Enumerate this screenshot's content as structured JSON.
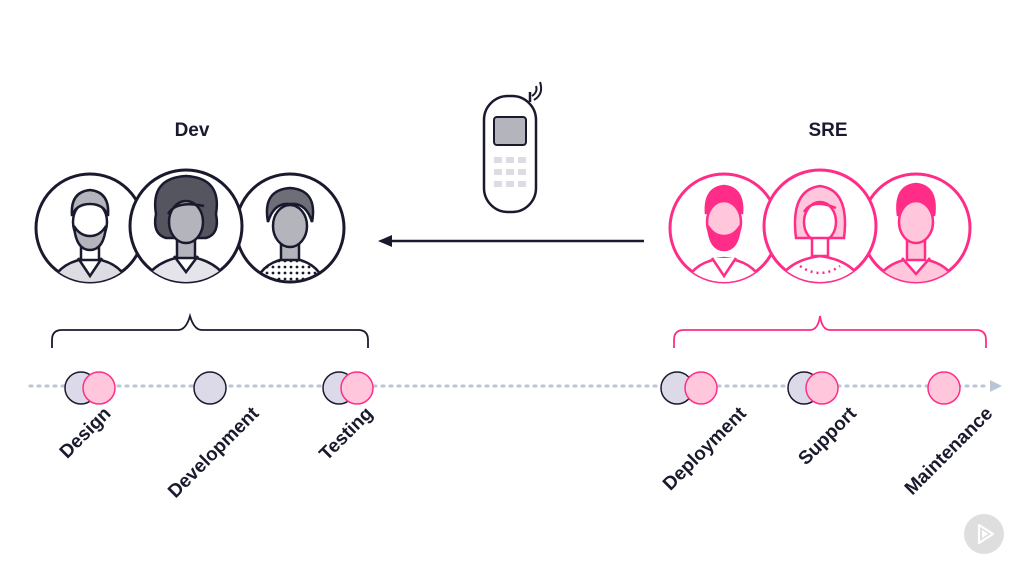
{
  "teams": {
    "dev": {
      "label": "Dev"
    },
    "sre": {
      "label": "SRE"
    }
  },
  "phases": [
    {
      "label": "Design"
    },
    {
      "label": "Development"
    },
    {
      "label": "Testing"
    },
    {
      "label": "Deployment"
    },
    {
      "label": "Support"
    },
    {
      "label": "Maintenance"
    }
  ],
  "icons": {
    "phone": "mobile-phone-icon",
    "arrow": "arrow-left-icon",
    "logo": "play-logo-icon"
  },
  "colors": {
    "dark": "#1a1a2e",
    "pink": "#ff2d87",
    "light_pink": "#ffc6dc",
    "lavender": "#dcdae8",
    "timeline": "#b9c6d8",
    "gray": "#b4b4bc"
  }
}
